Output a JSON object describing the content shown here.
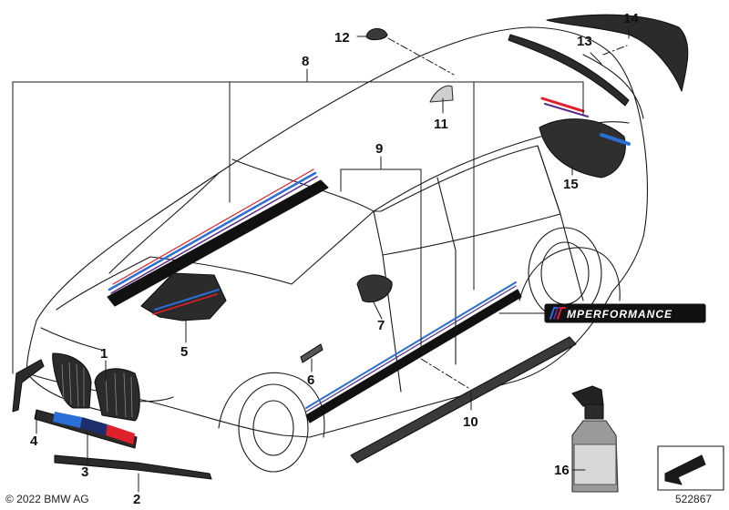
{
  "callouts": {
    "c1": "1",
    "c2": "2",
    "c3": "3",
    "c4": "4",
    "c5": "5",
    "c6": "6",
    "c7": "7",
    "c8": "8",
    "c9": "9",
    "c10": "10",
    "c11": "11",
    "c12": "12",
    "c13": "13",
    "c14": "14",
    "c15": "15",
    "c16": "16"
  },
  "footer": {
    "copyright": "© 2022 BMW AG",
    "diagram_id": "522867"
  },
  "colors": {
    "stripe_blue": "#2a6fd6",
    "stripe_purple": "#5a2a8a",
    "stripe_red": "#e0202a",
    "part_dark": "#2b2b2b",
    "outline": "#1a1a1a"
  },
  "logo_text": "MPERFORMANCE"
}
